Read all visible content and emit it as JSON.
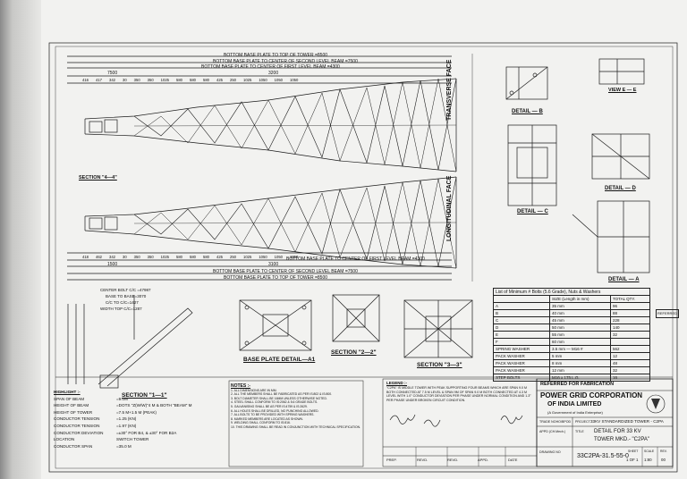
{
  "drawing": {
    "top_dims": {
      "line1": "BOTTOM BASE PLATE TO TOP OF TOWER =8500",
      "line2": "BOTTOM BASE PLATE TO CENTER OF SECOND LEVEL BEAM =7500",
      "line3": "BOTTOM BASE PLATE TO CENTER OF FIRST LEVEL BEAM =4300",
      "seg_a": "7500",
      "seg_b": "3200",
      "row": [
        "416",
        "417",
        "342",
        "30",
        "350",
        "350",
        "1025",
        "580",
        "580",
        "580",
        "425",
        "250",
        "1025",
        "1050",
        "1050",
        "1050"
      ]
    },
    "bottom_dims": {
      "line1": "BOTTOM BASE PLATE TO CENTER OF FIRST LEVEL BEAM =4300",
      "line2": "BOTTOM BASE PLATE TO CENTER OF SECOND LEVEL BEAM =7500",
      "line3": "BOTTOM BASE PLATE TO TOP OF TOWER =8500",
      "seg_a": "1500",
      "seg_b": "3100",
      "row": [
        "418",
        "462",
        "342",
        "30",
        "350",
        "350",
        "1025",
        "580",
        "580",
        "580",
        "425",
        "250",
        "1025",
        "1050",
        "1050",
        "1050"
      ]
    },
    "face_labels": {
      "transverse": "TRANSVERSE FACE",
      "longitudinal": "LONGITUDINAL FACE"
    },
    "details": {
      "b": "DETAIL — B",
      "c": "DETAIL — C",
      "d": "DETAIL — D",
      "a": "DETAIL — A",
      "view_e": "VIEW E — E",
      "sec_4": "SECTION \"4—4\"",
      "sec_1": "SECTION \"1—1\"",
      "sec_2": "SECTION \"2—2\"",
      "sec_3": "SECTION \"3—3\"",
      "base_plate": "BASE PLATE DETAIL—A1"
    },
    "centre_labels": {
      "c1": "CENTER BOLT C/C =47987",
      "c2": "BASE TO BASE=3070",
      "c3": "C/C TO C/C=1427",
      "c4": "WIDTH TOP C/C=1287"
    }
  },
  "bom": {
    "title": "List of Minimum # Bolts (5.6 Grade), Nuts & Washers",
    "headers": [
      "SIZE (Length in mm)",
      "TOTAL QTY."
    ],
    "rows": [
      {
        "mark": "A",
        "size": "35 mm",
        "qty": "96"
      },
      {
        "mark": "B",
        "size": "40 mm",
        "qty": "88"
      },
      {
        "mark": "C",
        "size": "45 mm",
        "qty": "228"
      },
      {
        "mark": "D",
        "size": "50 mm",
        "qty": "140"
      },
      {
        "mark": "E",
        "size": "55 mm",
        "qty": "32"
      },
      {
        "mark": "F",
        "size": "60 mm",
        "qty": ""
      },
      {
        "mark": "SPRING WASHER",
        "size": "3.5 mm — M16 #",
        "qty": "562"
      },
      {
        "mark": "PACK WASHER",
        "size": "5 mm",
        "qty": "12"
      },
      {
        "mark": "PACK WASHER",
        "size": "8 mm",
        "qty": "48"
      },
      {
        "mark": "PACK WASHER",
        "size": "12 mm",
        "qty": "32"
      },
      {
        "mark": "STEP BOLTS",
        "size": "M16 x 175 L.G.",
        "qty": "16"
      }
    ],
    "stamp": "REFERRED"
  },
  "highlight": {
    "title": "HIGHLIGHT :-",
    "rows": [
      {
        "k": "SPAN OF BEAM",
        "v": "=9.0M"
      },
      {
        "k": "HEIGHT OF BEAM",
        "v": "=DOTS \"Z(W/W)\"4 M & BOTH \"BEAM\" M"
      },
      {
        "k": "HEIGHT OF TOWER",
        "v": "=7.5 M+1.5 M (PEAK)"
      },
      {
        "k": "CONDUCTOR TENSION",
        "v": "=1.25 (KN)"
      },
      {
        "k": "CONDUCTOR TENSION",
        "v": "=1.97 (KN)"
      },
      {
        "k": "CONDUCTOR DEVIATION",
        "v": "=±30° FOR B4, & ±30° FOR B2A"
      },
      {
        "k": "LOCATION",
        "v": "SWITCH TOWER"
      },
      {
        "k": "CONDUCTOR SPAN",
        "v": "=35.0 M"
      }
    ]
  },
  "notes": {
    "title": "NOTES :-",
    "items": [
      "1. ALL DIMENSIONS ARE IN MM.",
      "2. ALL THE MEMBERS SHALL BE FABRICATED AS PER IS:802 & IS:800.",
      "3. BOLT DIAMETER SHALL BE 16MM UNLESS OTHERWISE NOTED.",
      "4. STEEL SHALL CONFORM TO IS:2062 & 5.6 GRADE BOLTS.",
      "5. GALVANISING SHALL BE AS PER IS:4759 & IS:2629.",
      "6. ALL HOLES SHALL BE DRILLED, NO PUNCHING ALLOWED.",
      "7. ALL BOLTS TO BE PROVIDED WITH SPRING WASHERS.",
      "8. MARKED MEMBERS ARE LOCATED AS SHOWN.",
      "9. WELDING SHALL CONFORM TO IS:816.",
      "10. THIS DRAWING SHALL BE READ IN CONJUNCTION WITH TECHNICAL SPECIFICATION."
    ]
  },
  "legend": {
    "title": "LEGEND :-",
    "text": "\"C2PA\" IS MIDDLE TOWER WITH PEAK SUPPORTING FOUR BEAMS WHICH ARE SPAN 9.0 M BOTH CONNECTED AT 7.5 M LEVEL & SPAN 9M OF SPAN 9.0 M BOTH CONNECTED AT 4.3 M LEVEL WITH 1.0° CONDUCTOR DEVIATION PER PHASE UNDER NORMAL CONDITION AND 1.3° PER PHASE UNDER BROKEN CIRCUIT CONDITION."
  },
  "revisions": {
    "headers": [
      "PREP.",
      "REVD.",
      "REVD.",
      "APPD.",
      "DATE"
    ]
  },
  "title_block": {
    "fabrication": "REFERRED FOR FABRICATION",
    "company": "POWER GRID CORPORATION",
    "company2": "OF INDIA LIMITED",
    "company3": "(A Government of India Enterprise)",
    "project_label": "PROJECT",
    "project": "33KV STANDARDIZED TOWER - C2PA",
    "title_label": "TITLE",
    "title": "DETAIL FOR 33 KV",
    "title2": "TOWER MKD.- \"C2PA\"",
    "left1": "TRADE NOHO/BPOD",
    "left2": "APPD (CH.Mech.)",
    "drawing_no_label": "DRAWING NO",
    "drawing_no": "33C2PA-31.5-55-0",
    "sheet_label": "SHEET",
    "sheet": "1 OF 1",
    "scale_label": "SCALE",
    "scale": "1:80",
    "rev_label": "REV.",
    "rev": "00"
  }
}
